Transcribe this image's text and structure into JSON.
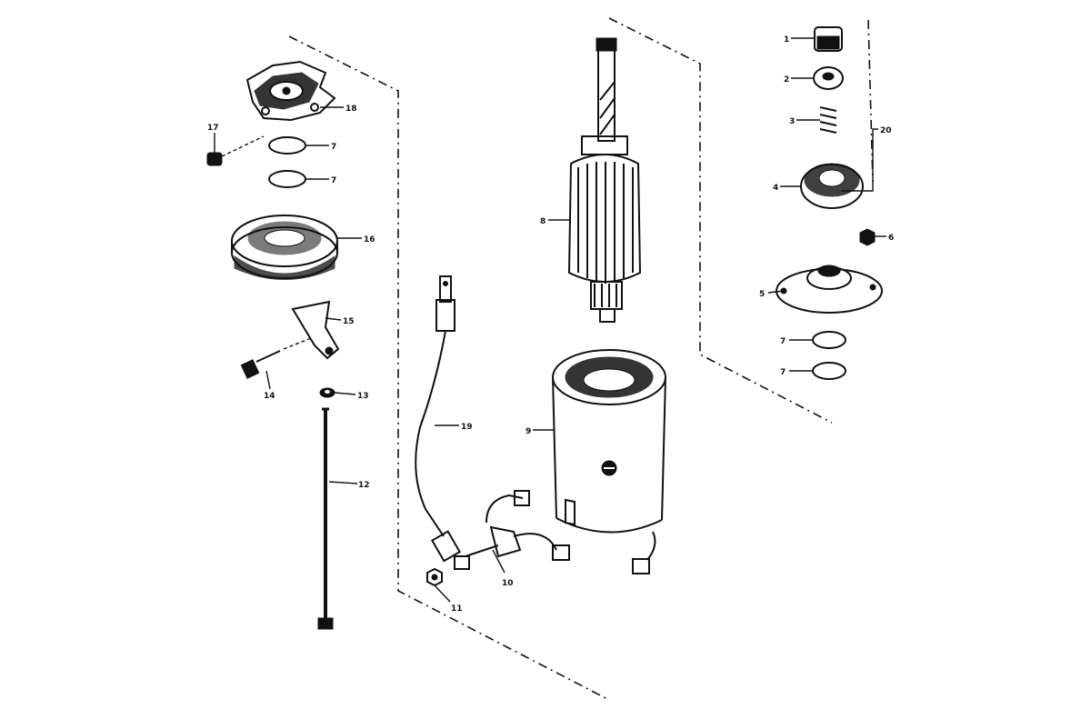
{
  "diagram": {
    "type": "exploded-parts-view",
    "ink_color": "#111111",
    "background": "#ffffff",
    "callouts": [
      {
        "id": "c1",
        "text": "1"
      },
      {
        "id": "c2",
        "text": "2"
      },
      {
        "id": "c3",
        "text": "3"
      },
      {
        "id": "c4",
        "text": "4"
      },
      {
        "id": "c20",
        "text": "20"
      },
      {
        "id": "c6",
        "text": "6"
      },
      {
        "id": "c5",
        "text": "5"
      },
      {
        "id": "c7a",
        "text": "7"
      },
      {
        "id": "c7b",
        "text": "7"
      },
      {
        "id": "c8",
        "text": "8"
      },
      {
        "id": "c9",
        "text": "9"
      },
      {
        "id": "c10",
        "text": "10"
      },
      {
        "id": "c11",
        "text": "11"
      },
      {
        "id": "c12",
        "text": "12"
      },
      {
        "id": "c13",
        "text": "13"
      },
      {
        "id": "c14",
        "text": "14"
      },
      {
        "id": "c15",
        "text": "15"
      },
      {
        "id": "c16",
        "text": "16"
      },
      {
        "id": "c17",
        "text": "17"
      },
      {
        "id": "c18",
        "text": "18"
      },
      {
        "id": "c19",
        "text": "19"
      },
      {
        "id": "c7c",
        "text": "7"
      },
      {
        "id": "c7d",
        "text": "7"
      }
    ]
  }
}
